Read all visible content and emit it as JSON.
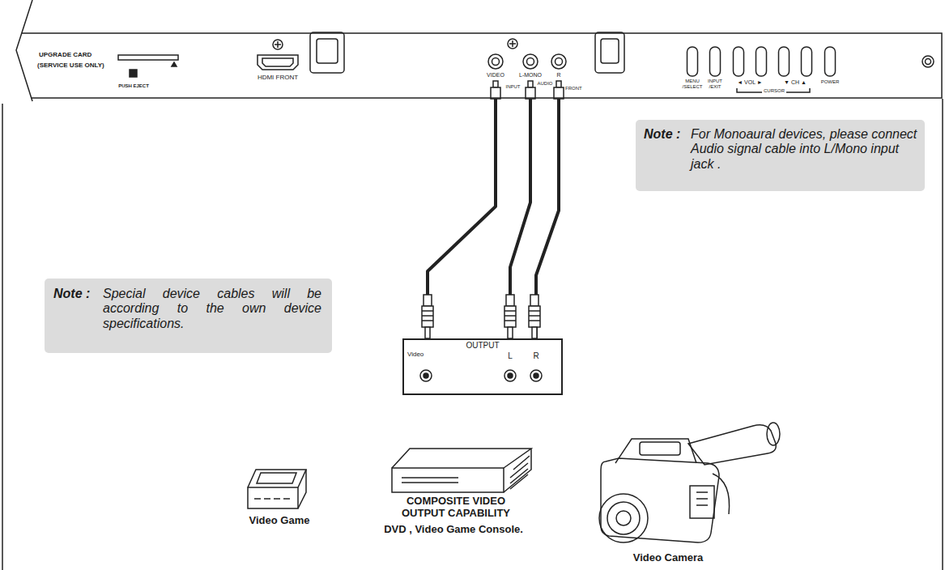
{
  "diagram": {
    "nodes": [
      {
        "text": [
          "UPGRADE CARD",
          "(SERVICE USE ONLY)",
          "PUSH EJECT",
          "HDMI FRONT",
          "VIDEO",
          "L-MONO",
          "R",
          "INPUT",
          "AUDIO",
          "FRONT",
          "MENU",
          "/SELECT",
          "INPUT",
          "/EXIT",
          "◄ VOL ►",
          "▼ CH ▲",
          "POWER",
          "CURSOR"
        ]
      },
      {
        "text": [
          "Note :",
          "For Monoaural devices, please connect Audio signal cable into L/Mono input jack ."
        ]
      },
      {
        "text": [
          "Note :",
          "Special device cables will be according to the own device specifications."
        ]
      },
      {
        "text": [
          "OUTPUT",
          "Video",
          "L",
          "R"
        ]
      }
    ],
    "edges": [
      {
        "from": 0,
        "to": 3,
        "arrow": "none"
      },
      {
        "from": 0,
        "to": 3,
        "arrow": "none"
      },
      {
        "from": 0,
        "to": 3,
        "arrow": "none"
      }
    ],
    "labels": [
      "Video Game",
      "COMPOSITE VIDEO OUTPUT CAPABILITY",
      "DVD , Video Game Console.",
      "Video Camera"
    ]
  }
}
